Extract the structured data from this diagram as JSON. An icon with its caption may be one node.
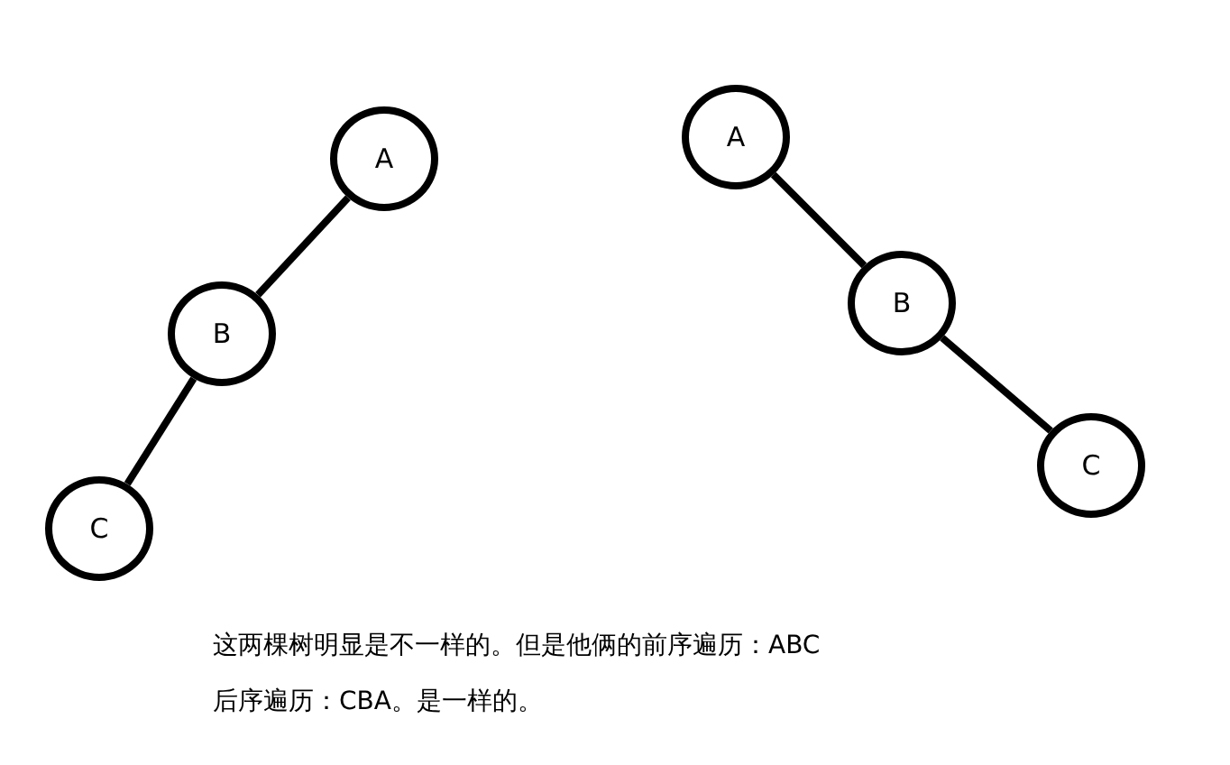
{
  "diagram": {
    "nodes": [
      {
        "text": [
          "A"
        ]
      },
      {
        "text": [
          "B"
        ]
      },
      {
        "text": [
          "C"
        ]
      },
      {
        "text": [
          "A"
        ]
      },
      {
        "text": [
          "B"
        ]
      },
      {
        "text": [
          "C"
        ]
      }
    ],
    "edges": [
      {
        "from": 0,
        "to": 1,
        "arrow": "none"
      },
      {
        "from": 1,
        "to": 2,
        "arrow": "none"
      },
      {
        "from": 3,
        "to": 4,
        "arrow": "none"
      },
      {
        "from": 4,
        "to": 5,
        "arrow": "none"
      }
    ],
    "labels": [
      "这两棵树明显是不一样的。但是他俩的前序遍历：ABC",
      "后序遍历：CBA。是一样的。"
    ]
  }
}
